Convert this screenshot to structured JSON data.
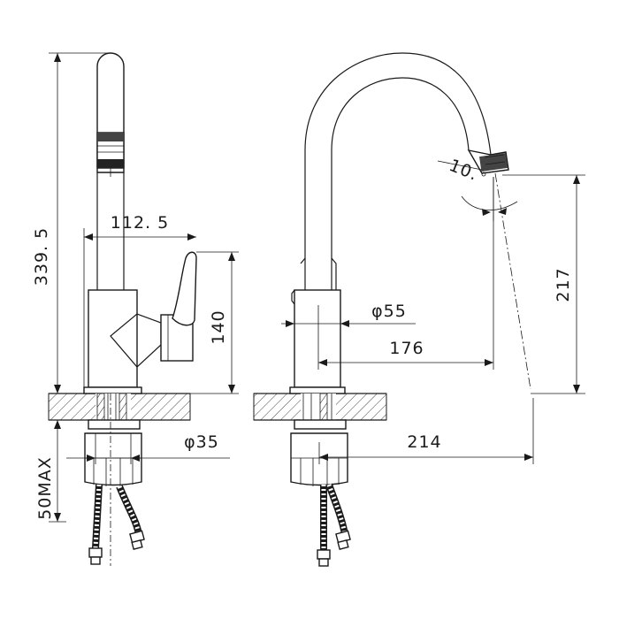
{
  "dimensions": {
    "height_total": "339. 5",
    "spout_reach_left": "112. 5",
    "lever_height": "140",
    "deck_max": "50MAX",
    "shank_dia": "φ35",
    "body_dia": "φ55",
    "reach_176": "176",
    "outlet_height": "217",
    "reach_214": "214",
    "outlet_angle": "10."
  },
  "colors": {
    "line": "#1a1a1a",
    "background": "#ffffff"
  }
}
